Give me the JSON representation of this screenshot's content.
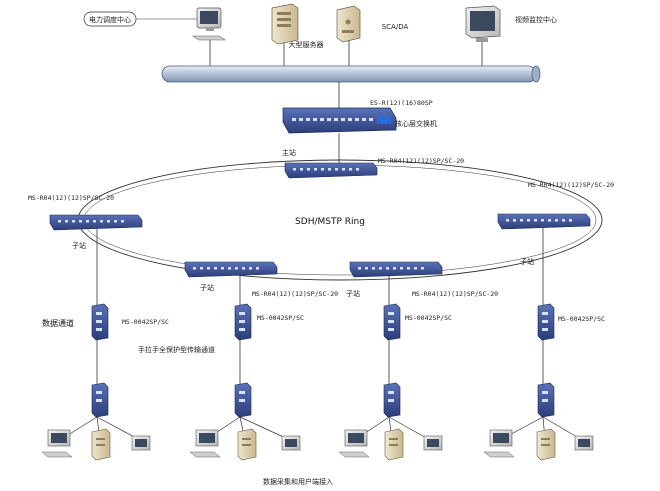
{
  "nodes": {
    "dispatch_center": "电力调度中心",
    "big_server": "大型服务器",
    "scada": "SCA/DA",
    "video_monitor": "视频监控中心",
    "core_model": "ES-R(12)(16)80SP",
    "core_switch": "核心层交换机",
    "main_station": "主站",
    "main_ring_switch": "MS-R04(12)(12)SP/SC-20",
    "left_ring_switch": "MS-R04(12)(12)SP/SC-20",
    "right_ring_switch": "MS-R04(12)(12)SP/SC-20",
    "inner_left_switch": "MS-R04(12)(12)SP/SC-20",
    "inner_right_switch": "MS-R04(12)(12)SP/SC-20",
    "ring_name": "SDH/MSTP Ring",
    "substation": "子站",
    "data_channel": "数据通道",
    "protected_channel": "手拉手全保护型传输通道",
    "access_model": "MS-0042SP/SC",
    "access_model_mid": "MS-0042SP/SC",
    "access_model_center": "MS-0042SP/SC",
    "user_access": "数据采集和用户端接入"
  }
}
